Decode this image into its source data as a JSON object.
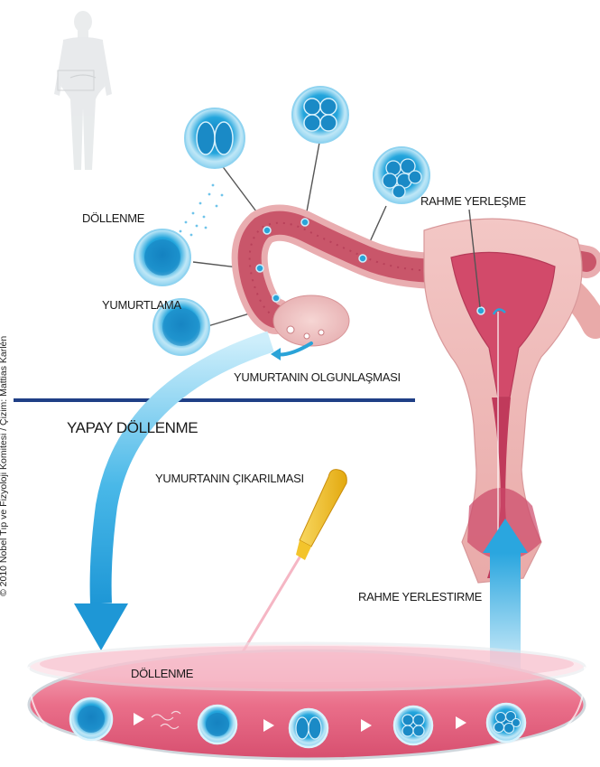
{
  "labels": {
    "fertilization_top": "DÖLLENME",
    "ovulation": "YUMURTLAMA",
    "implantation": "RAHME YERLEŞME",
    "egg_maturation": "YUMURTANIN OLGUNLAŞMASI",
    "ivf_title": "YAPAY DÖLLENME",
    "egg_retrieval": "YUMURTANIN ÇIKARILMASI",
    "embryo_transfer": "RAHME YERLESTIRME",
    "fertilization_dish": "DÖLLENME"
  },
  "credit": "© 2010 Nobel Tıp ve Fizyoloji Komitesi / Çizim: Mattias Karlén",
  "colors": {
    "divider": "#1f3f86",
    "arrow_blue": "#33aee3",
    "tissue_pink": "#e8a3a8",
    "tube_red": "#c9566a",
    "cell_blue": "#2aa3d8",
    "dish_pink": "#ea6f8a",
    "pipette_yellow": "#f3c42c"
  }
}
